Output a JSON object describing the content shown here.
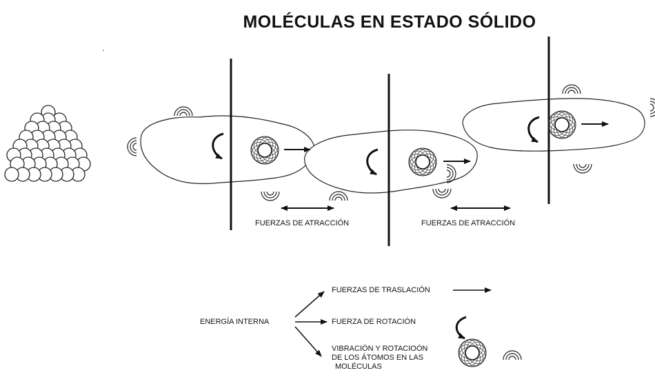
{
  "title": "MOLÉCULAS EN ESTADO SÓLIDO",
  "attraction_labels": [
    "FUERZAS DE ATRACCIÓN",
    "FUERZAS DE ATRACCIÓN"
  ],
  "legend": {
    "source": "ENERGÍA INTERNA",
    "translation": "FUERZAS DE TRASLACIÓN",
    "rotation": "FUERZA DE ROTACIÓN",
    "vibration_lines": [
      "VIBRACIÓN Y ROTACIOÓN",
      "DE LOS ÁTOMOS EN LAS",
      "MOLÉCULAS"
    ]
  }
}
